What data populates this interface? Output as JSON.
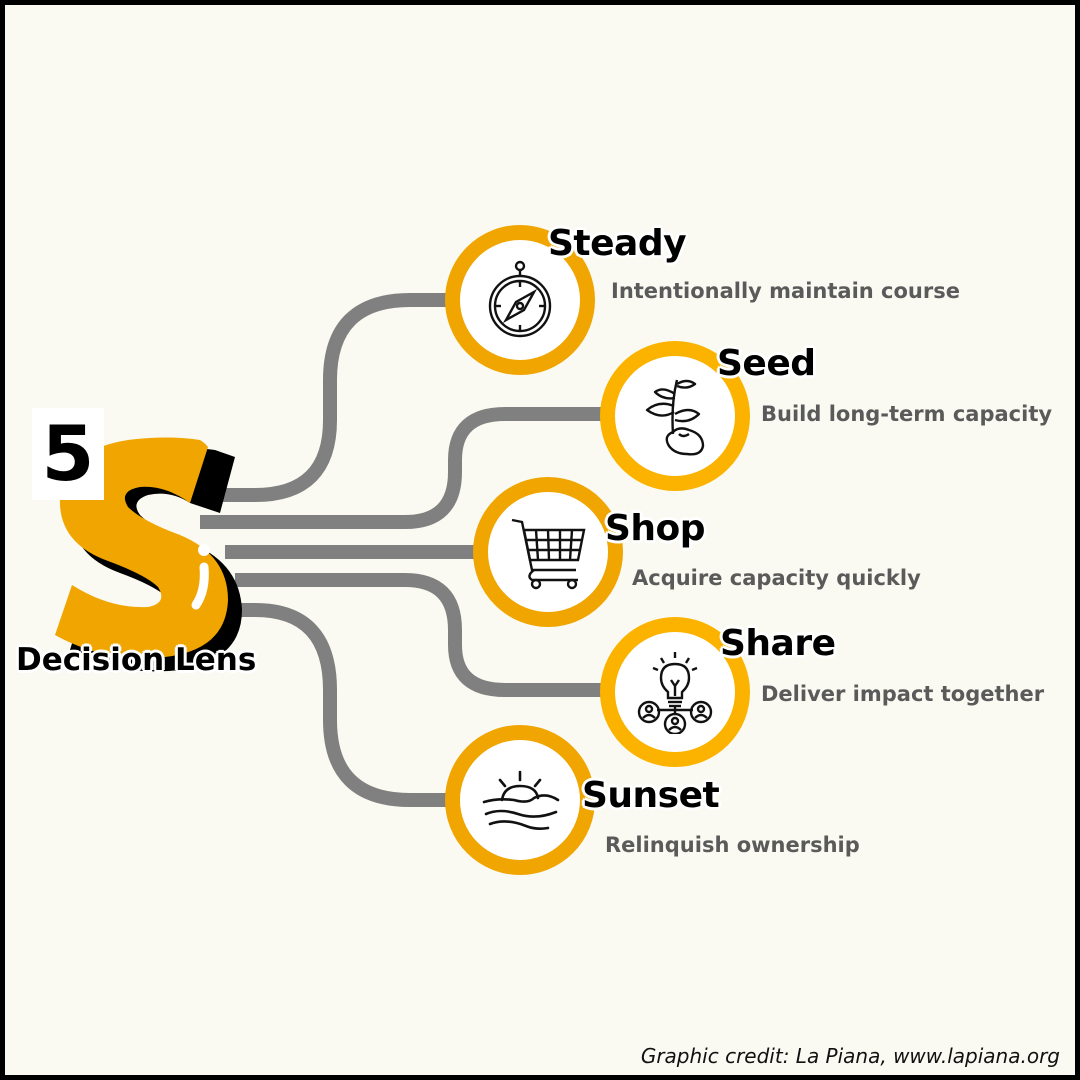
{
  "logo": {
    "number": "5",
    "letter": "S",
    "label": "Decision Lens"
  },
  "colors": {
    "background": "#fafaf2",
    "accent": "#f0a500",
    "accent_alt": "#fbb300",
    "connector": "#808080",
    "title_text": "#000000",
    "description_text": "#5a5a5a",
    "frame": "#000000"
  },
  "lenses": [
    {
      "title": "Steady",
      "description": "Intentionally maintain course",
      "icon": "compass-icon"
    },
    {
      "title": "Seed",
      "description": "Build long-term capacity",
      "icon": "sprouting-seed-icon"
    },
    {
      "title": "Shop",
      "description": "Acquire capacity quickly",
      "icon": "shopping-cart-icon"
    },
    {
      "title": "Share",
      "description": "Deliver impact together",
      "icon": "lightbulb-network-icon"
    },
    {
      "title": "Sunset",
      "description": "Relinquish ownership",
      "icon": "sunset-icon"
    }
  ],
  "footer": {
    "credit": "Graphic credit: La Piana, www.lapiana.org"
  }
}
